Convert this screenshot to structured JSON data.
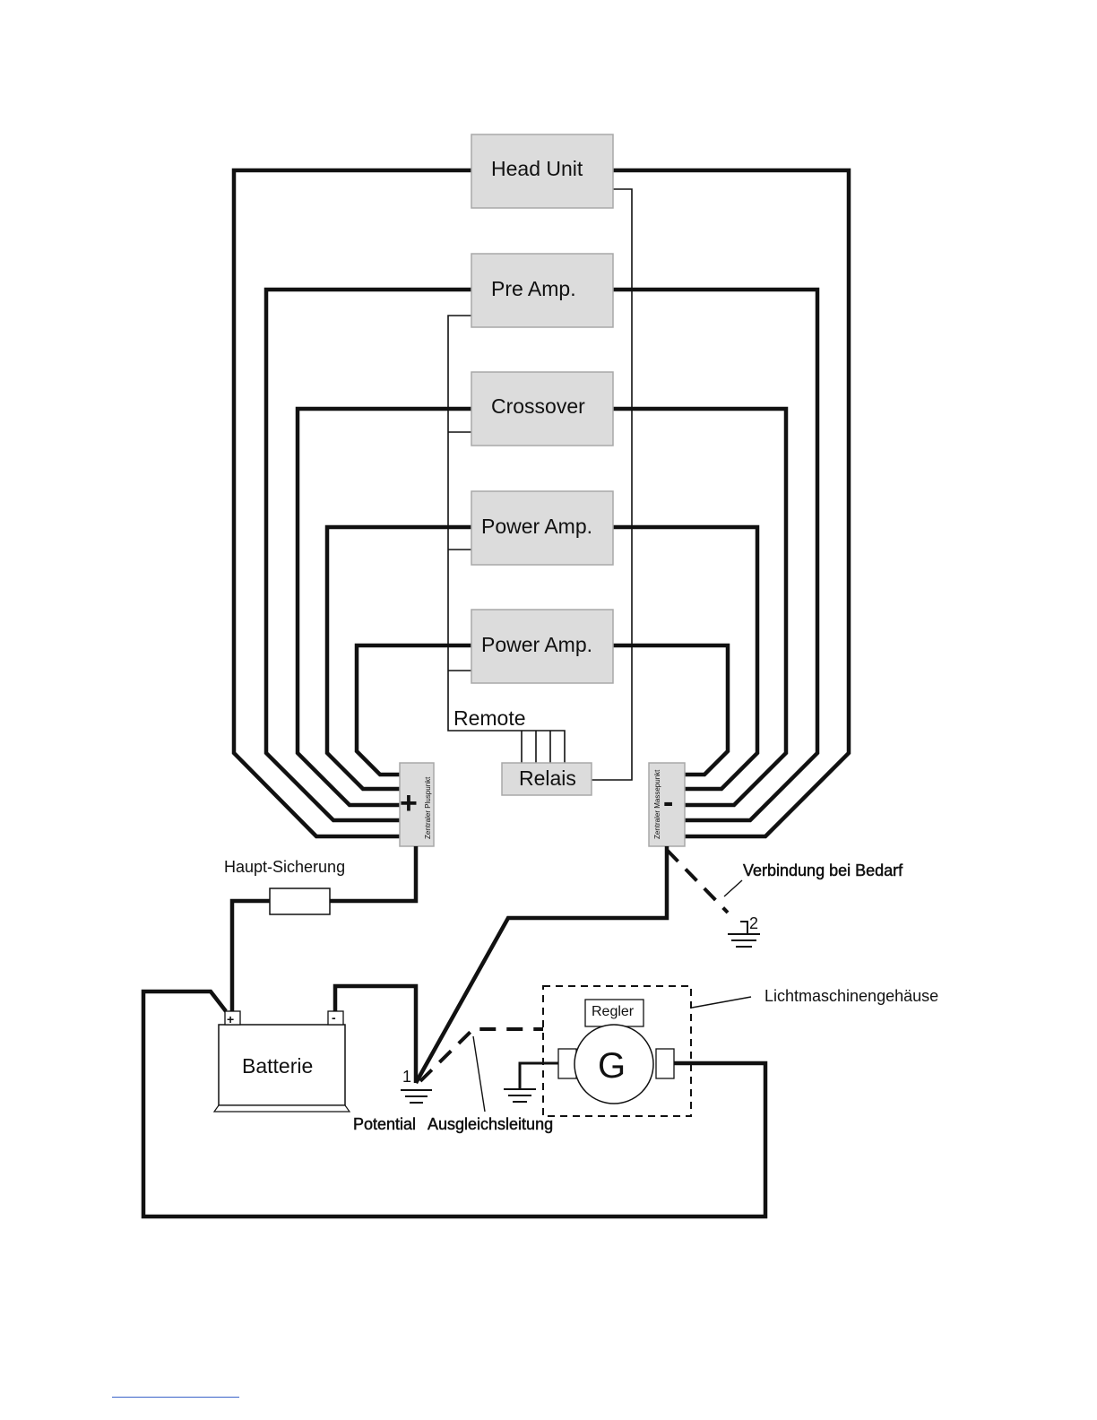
{
  "components": {
    "head_unit": "Head Unit",
    "pre_amp": "Pre Amp.",
    "crossover": "Crossover",
    "power_amp_1": "Power Amp.",
    "power_amp_2": "Power Amp.",
    "remote": "Remote",
    "relais": "Relais",
    "plus_point": {
      "symbol": "+",
      "label": "Zentraler Pluspunkt"
    },
    "ground_point": {
      "symbol": "-",
      "label": "Zentraler Massepunkt"
    },
    "battery": {
      "label": "Batterie",
      "plus": "+",
      "minus": "-"
    },
    "regulator": "Regler",
    "generator": "G"
  },
  "labels": {
    "main_fuse": "Haupt-Sicherung",
    "connection_if_needed": "Verbindung bei Bedarf",
    "alternator_housing": "Lichtmaschinengehäuse",
    "potential": "Potential",
    "equalization_line": "Ausgleichsleitung",
    "ground_1": "1",
    "ground_2": "2"
  }
}
